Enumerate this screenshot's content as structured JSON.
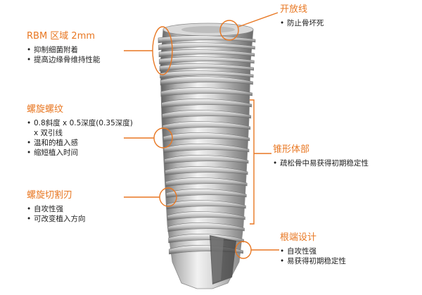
{
  "colors": {
    "accent": "#e87722",
    "text": "#222222",
    "implant_dark": "#6f6f6f",
    "implant_light": "#e7e7e7"
  },
  "callouts": [
    {
      "title": "RBM 区域 2mm",
      "bullets": [
        "抑制细菌附着",
        "提高边缘骨维持性能"
      ]
    },
    {
      "title": "螺旋螺纹",
      "bullets": [
        "0.8斜度 x 0.5深度(0.35深度)",
        "温和的植入感",
        "缩短植入时间"
      ],
      "continuation": "x 双引线"
    },
    {
      "title": "螺旋切割刃",
      "bullets": [
        "自攻性强",
        "可改变植入方向"
      ]
    },
    {
      "title": "开放线",
      "bullets": [
        "防止骨坏死"
      ]
    },
    {
      "title": "锥形体部",
      "bullets": [
        "疏松骨中易获得初期稳定性"
      ]
    },
    {
      "title": "根端设计",
      "bullets": [
        "自攻性强",
        "易获得初期稳定性"
      ]
    }
  ]
}
